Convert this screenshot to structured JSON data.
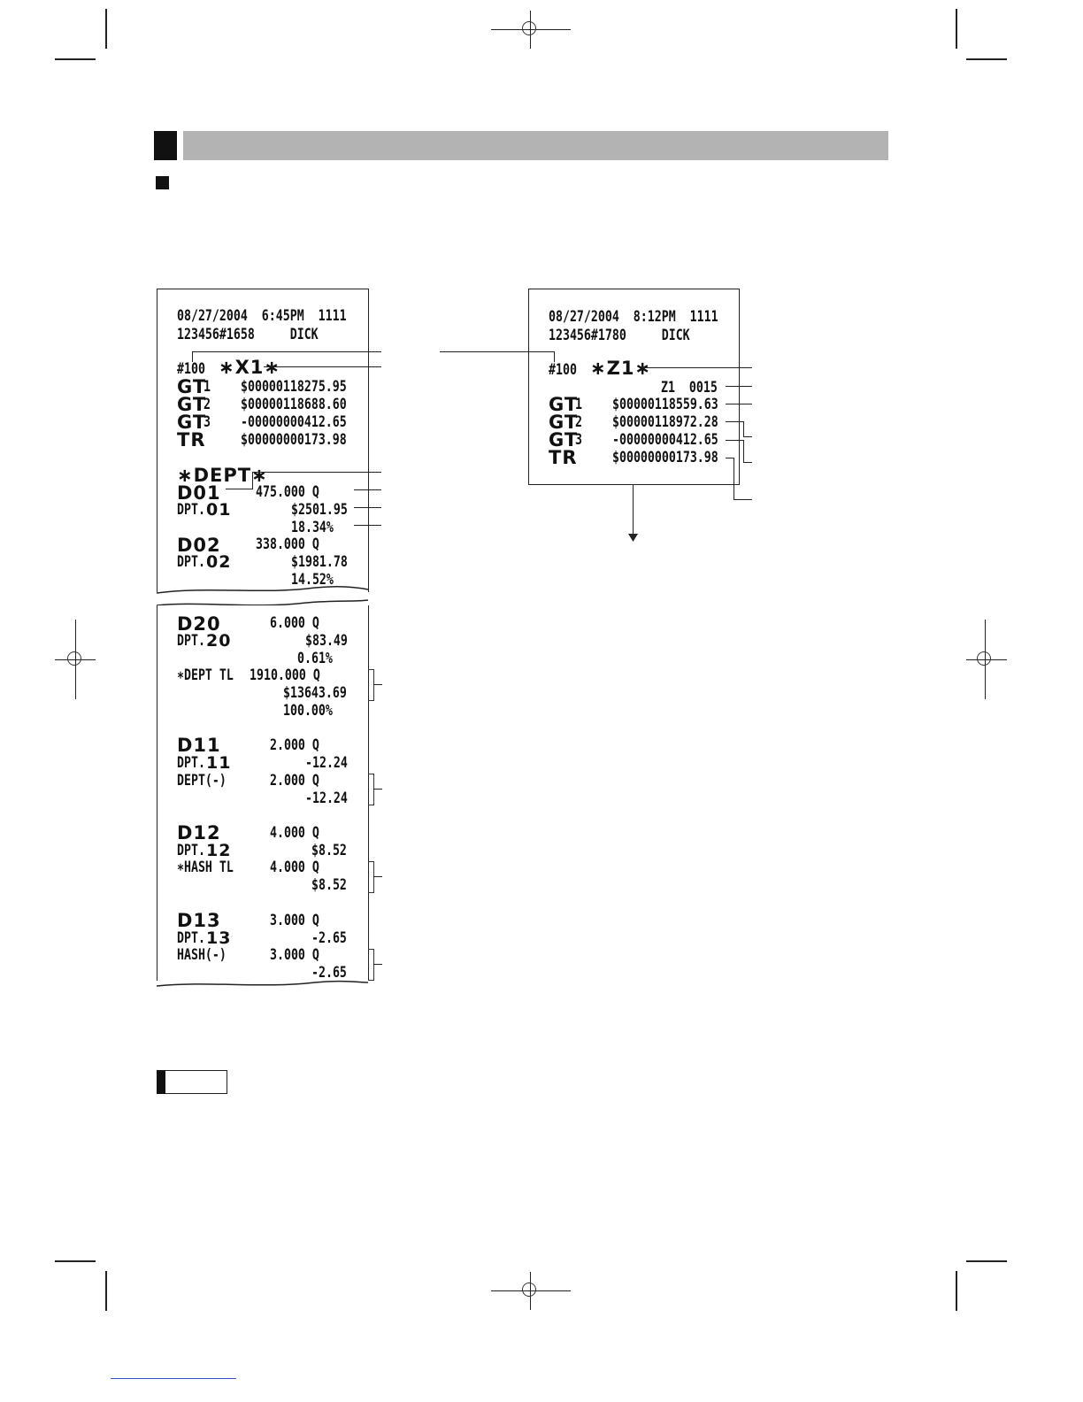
{
  "xreport": {
    "header1": "08/27/2004  6:45PM  1111",
    "header2": "123456#1658     DICK",
    "report_no": "#100",
    "title": "∗X1∗",
    "gt_rows": [
      {
        "label": "GT",
        "num": "1",
        "value": "$00000118275.95"
      },
      {
        "label": "GT",
        "num": "2",
        "value": "$00000118688.60"
      },
      {
        "label": "GT",
        "num": "3",
        "value": "-00000000412.65"
      },
      {
        "label": "TR",
        "num": "",
        "value": "$00000000173.98"
      }
    ],
    "dept_title": "∗DEPT∗",
    "d01_code": "D01",
    "d01_qty": "475.000 Q",
    "dpt01_label": "DPT.",
    "dpt01_num": "01",
    "dpt01_amount": "$2501.95",
    "dpt01_pct": "18.34%",
    "d02_code": "D02",
    "d02_qty": "338.000 Q",
    "dpt02_label": "DPT.",
    "dpt02_num": "02",
    "dpt02_amount": "$1981.78",
    "dpt02_pct": "14.52%",
    "d20_code": "D20",
    "d20_qty": "6.000 Q",
    "dpt20_label": "DPT.",
    "dpt20_num": "20",
    "dpt20_amount": "$83.49",
    "dpt20_pct": "0.61%",
    "dept_tl_label": "∗DEPT TL",
    "dept_tl_qty": "1910.000 Q",
    "dept_tl_amount": "$13643.69",
    "dept_tl_pct": "100.00%",
    "d11_code": "D11",
    "d11_qty": "2.000 Q",
    "dpt11_label": "DPT.",
    "dpt11_num": "11",
    "dpt11_amount": "-12.24",
    "dept_minus_label": "DEPT(-)",
    "dept_minus_qty": "2.000 Q",
    "dept_minus_amount": "-12.24",
    "d12_code": "D12",
    "d12_qty": "4.000 Q",
    "dpt12_label": "DPT.",
    "dpt12_num": "12",
    "dpt12_amount": "$8.52",
    "hash_tl_label": "∗HASH TL",
    "hash_tl_qty": "4.000 Q",
    "hash_tl_amount": "$8.52",
    "d13_code": "D13",
    "d13_qty": "3.000 Q",
    "dpt13_label": "DPT.",
    "dpt13_num": "13",
    "dpt13_amount": "-2.65",
    "hash_minus_label": "HASH(-)",
    "hash_minus_qty": "3.000 Q",
    "hash_minus_amount": "-2.65"
  },
  "zreport": {
    "header1": "08/27/2004  8:12PM  1111",
    "header2": "123456#1780     DICK",
    "report_no": "#100",
    "title": "∗Z1∗",
    "counter": "Z1  0015",
    "gt_rows": [
      {
        "label": "GT",
        "num": "1",
        "value": "$00000118559.63"
      },
      {
        "label": "GT",
        "num": "2",
        "value": "$00000118972.28"
      },
      {
        "label": "GT",
        "num": "3",
        "value": "-00000000412.65"
      },
      {
        "label": "TR",
        "num": "",
        "value": "$00000000173.98"
      }
    ]
  }
}
